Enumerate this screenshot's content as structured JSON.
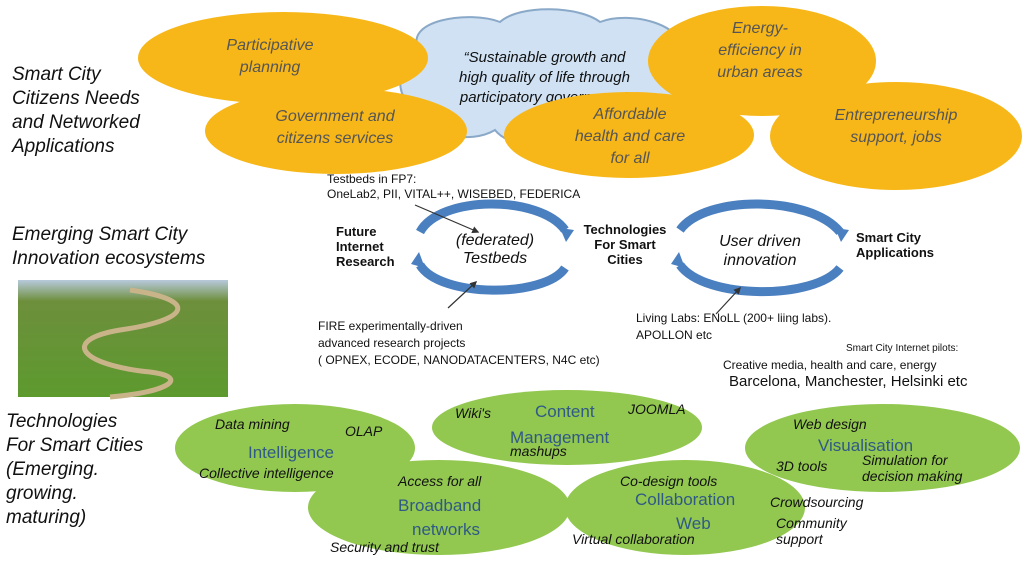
{
  "left_labels": {
    "needs": [
      "Smart City",
      "Citizens Needs",
      "and  Networked",
      "Applications"
    ],
    "ecosystems": [
      "Emerging Smart City",
      "Innovation  ecosystems"
    ],
    "technologies": [
      "Technologies",
      "For Smart Cities",
      "(Emerging.",
      "growing.",
      "maturing)"
    ]
  },
  "needs_top": {
    "participative": [
      "Participative",
      "planning"
    ],
    "quote": [
      "“Sustainable growth and",
      "high quality of life through",
      "participatory governance”"
    ],
    "energy": [
      "Energy-",
      "efficiency in",
      "urban areas"
    ],
    "government": [
      "Government and",
      "citizens services"
    ],
    "health": [
      "Affordable",
      "health and care",
      "for all"
    ],
    "entrepreneurship": [
      "Entrepreneurship",
      "support, jobs"
    ]
  },
  "ecosystem": {
    "testbeds_note": [
      "Testbeds in FP7:",
      "OneLab2, PII, VITAL++, WISEBED, FEDERICA"
    ],
    "future_internet": [
      "Future",
      "Internet",
      "Research"
    ],
    "testbeds": [
      "(federated)",
      "Testbeds"
    ],
    "technologies_mid": [
      "Technologies",
      "For Smart",
      "Cities"
    ],
    "user_driven": [
      "User driven",
      "innovation"
    ],
    "applications": [
      "Smart City",
      "Applications"
    ],
    "fire_note": [
      "FIRE experimentally-driven",
      "advanced research projects",
      "( OPNEX, ECODE, NANODATACENTERS, N4C etc)"
    ],
    "living_labs": [
      "Living Labs: ENoLL (200+ liing labs).",
      "APOLLON etc"
    ],
    "pilots_title": "Smart City  Internet pilots:",
    "pilots_line1": "Creative media, health and care, energy",
    "pilots_line2": "Barcelona, Manchester, Helsinki etc"
  },
  "tech": {
    "intelligence": {
      "data_mining": "Data mining",
      "olap": "OLAP",
      "title": "Intelligence",
      "collective": "Collective intelligence"
    },
    "content": {
      "wikis": "Wiki's",
      "joomla": "JOOMLA",
      "title1": "Content",
      "title2": "Management",
      "mashups": "mashups"
    },
    "visualisation": {
      "web_design": "Web design",
      "title": "Visualisation",
      "tools3d": "3D tools",
      "simulation": [
        "Simulation for",
        "decision making"
      ]
    },
    "broadband": {
      "access": "Access for all",
      "title1": "Broadband",
      "title2": "networks",
      "security": "Security and trust"
    },
    "collaboration": {
      "codesign": "Co-design tools",
      "title1": "Collaboration",
      "title2": "Web",
      "crowdsourcing": "Crowdsourcing",
      "community": [
        "Community",
        "support"
      ],
      "virtual": "Virtual collaboration"
    }
  },
  "colors": {
    "needs_ellipse": "#f7b718",
    "tech_ellipse": "#92c750",
    "cycle_arrow": "#4a7fc0",
    "cloud": "#cfe1f3"
  }
}
